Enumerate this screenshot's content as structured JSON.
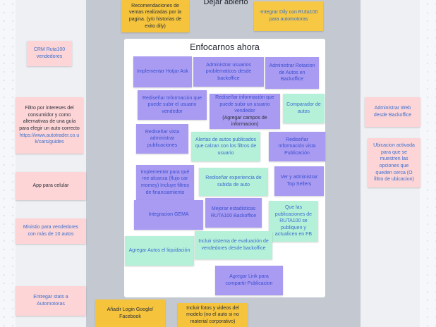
{
  "frame_title": "Dejar abierto",
  "board_title": "Enfocarnos ahora",
  "colors": {
    "pink_note": "#fdd5d6",
    "yellow_note": "#f7c843",
    "purple_note": "#a99bf2",
    "green_note": "#b5f0d8",
    "text_blue": "#3a6fcf"
  },
  "left_notes": {
    "crm": "CRM Ruta100 vendedores",
    "filtro_text": "Filtro por intereses del consumidor y como alternativas de una guía para elegir un auto correcto",
    "filtro_link": "https://www.autotrader.co.uk/cars/guides",
    "app": "App para celular",
    "ministio": "Ministio para vendedores con más de 10 autos",
    "stats": "Entregar stats a Automotoras"
  },
  "right_notes": {
    "admin_web": "Administrar Web desde Backoffice",
    "ubicacion": "Ubicacion activada para que se muestren las opciones que queden cerca (O filtro de ubicacion)"
  },
  "top_notes": {
    "recomendaciones": "Recomendaciones de ventas realizadas por la pagina. (y/o historias de exito dily)",
    "integrar": "-Integrar Dily con RUta100 para automotoras"
  },
  "bottom_notes": {
    "login": "Añadir Login Google/ Facebook",
    "fotos": "Incluir fotos y videos del modelo (no el auto si no material corporativo)"
  },
  "board_notes": {
    "hotjar": "Implementar Hotjar Ask",
    "usuarios": "Administrar usuarios problematicos desde backoffice",
    "rotacion": "Administrar Rotacion de Autos en Backoffice",
    "redisenar_info": "Rediseñar Información que puede subir el usuario vendedor",
    "redisenar_info2": "Rediseñar información que puede subir un usuario vendedor",
    "redisenar_info2_extra": "(Agregar campos de informacion)",
    "comparador": "Comparador de autos",
    "vista_admin": "Rediseñar vista administrar publicaciones",
    "alertas": "Alertas de autos publicados que calzan con los filtros de usuario",
    "vista_pub": "Rediseñar Información vista Publicación",
    "flujo": "Implementar para qué me alcanza (flujo car momey) Incluye filtros de financiamiento",
    "subida": "Rediseñar experiencia de subida de auto",
    "top_sellers": "Ver y administrar Top Sellers",
    "gema": "Integracion GEMA",
    "estadisticas": "Mejorar estadisticas RUTA100 Backoffice",
    "fb": "Que las publicaciones de RUTA100 se publiquen y actualicen en FB",
    "liquidacion": "Agregar Autos el liquidación",
    "evaluacion": "Incluir sistema de evaluación de vendedores desde backoffice",
    "link_pago": "Agregar Link para compartir Publicacion"
  }
}
